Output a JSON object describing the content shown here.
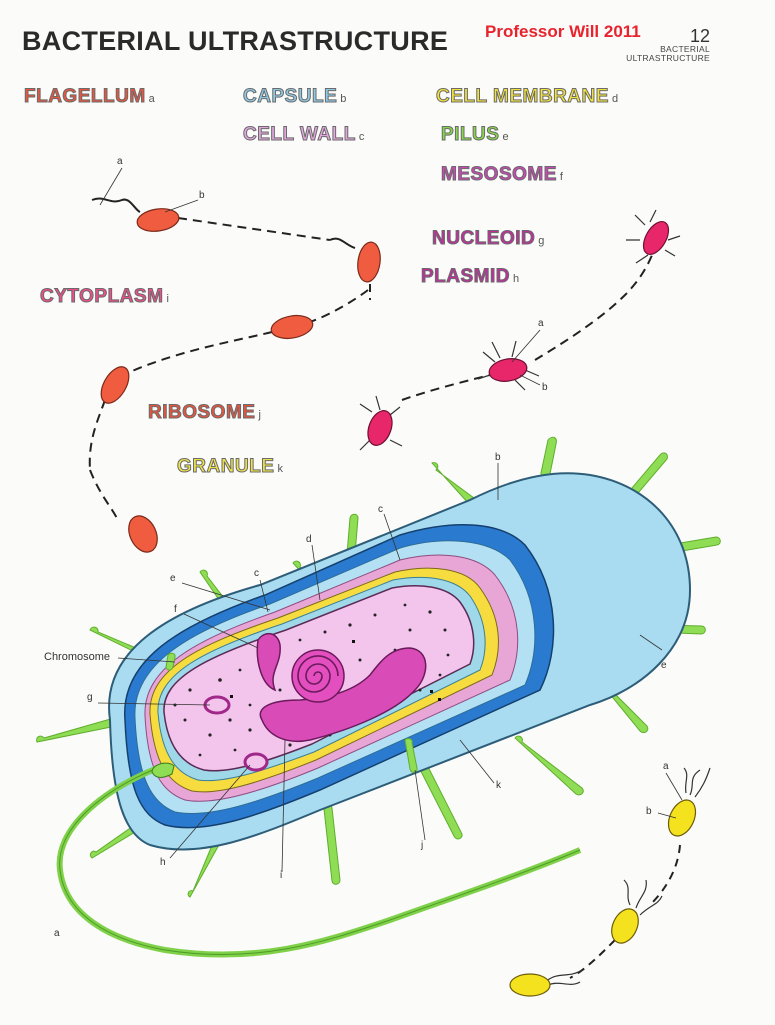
{
  "header": {
    "title": "BACTERIAL ULTRASTRUCTURE",
    "credit": "Professor Will 2011",
    "page_number": "12",
    "running_head": "BACTERIAL\nULTRASTRUCTURE"
  },
  "labels": {
    "flagellum": {
      "text": "FLAGELLUM",
      "letter": "a",
      "color": "#e8553f"
    },
    "capsule": {
      "text": "CAPSULE",
      "letter": "b",
      "color": "#8ec9e6"
    },
    "cell_membrane": {
      "text": "CELL MEMBRANE",
      "letter": "d",
      "color": "#f2e23c"
    },
    "cell_wall": {
      "text": "CELL WALL",
      "letter": "c",
      "color": "#e3a6e0"
    },
    "pilus": {
      "text": "PILUS",
      "letter": "e",
      "color": "#86d84a"
    },
    "mesosome": {
      "text": "MESOSOME",
      "letter": "f",
      "color": "#c948b5"
    },
    "nucleoid": {
      "text": "NUCLEOID",
      "letter": "g",
      "color": "#c12f9e"
    },
    "plasmid": {
      "text": "PLASMID",
      "letter": "h",
      "color": "#c12f9e"
    },
    "cytoplasm": {
      "text": "CYTOPLASM",
      "letter": "i",
      "color": "#ec4f8c"
    },
    "ribosome": {
      "text": "RIBOSOME",
      "letter": "j",
      "color": "#e8553f"
    },
    "granule": {
      "text": "GRANULE",
      "letter": "k",
      "color": "#eee24a"
    }
  },
  "diagram": {
    "chromosome_label": "Chromosome",
    "callouts": {
      "a": "a",
      "b": "b",
      "c": "c",
      "d": "d",
      "e": "e",
      "f": "f",
      "g": "g",
      "h": "h",
      "i": "i",
      "j": "j",
      "k": "k"
    }
  }
}
